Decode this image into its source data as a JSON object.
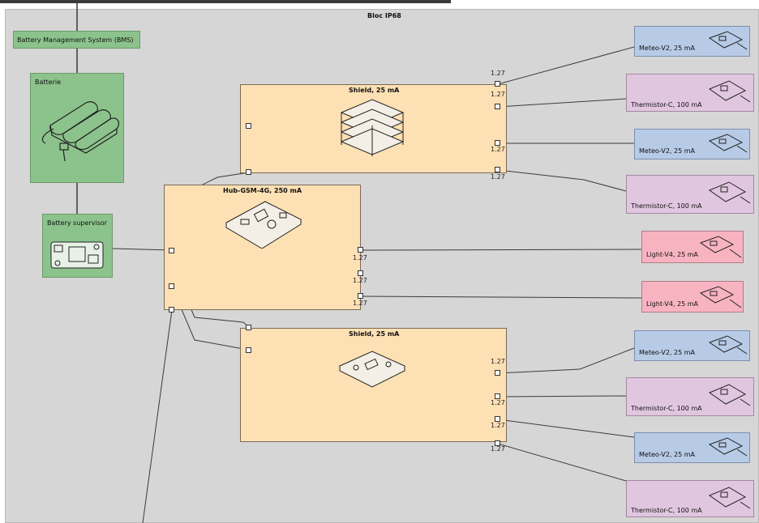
{
  "canvas": {
    "title": "Bloc IP68"
  },
  "bms": {
    "label": "Battery Management System (BMS)"
  },
  "battery": {
    "label": "Batterie"
  },
  "supervisor": {
    "label": "Battery supervisor"
  },
  "hub": {
    "label": "Hub-GSM-4G, 250 mA",
    "pins": [
      "1.27",
      "1.27",
      "1.27"
    ]
  },
  "shield_top": {
    "label": "Shield, 25 mA",
    "pins": [
      "1.27",
      "1.27",
      "1.27",
      "1.27"
    ]
  },
  "shield_bottom": {
    "label": "Shield, 25 mA",
    "pins": [
      "1.27",
      "1.27",
      "1.27",
      "1.27"
    ]
  },
  "sensors": [
    {
      "label": "Meteo-V2, 25 mA",
      "kind": "blue"
    },
    {
      "label": "Thermistor-C, 100 mA",
      "kind": "purple"
    },
    {
      "label": "Meteo-V2, 25 mA",
      "kind": "blue"
    },
    {
      "label": "Thermistor-C, 100 mA",
      "kind": "purple"
    },
    {
      "label": "Light-V4, 25 mA",
      "kind": "pink"
    },
    {
      "label": "Light-V4, 25 mA",
      "kind": "pink"
    },
    {
      "label": "Meteo-V2, 25 mA",
      "kind": "blue"
    },
    {
      "label": "Thermistor-C, 100 mA",
      "kind": "purple"
    },
    {
      "label": "Meteo-V2, 25 mA",
      "kind": "blue"
    },
    {
      "label": "Thermistor-C, 100 mA",
      "kind": "purple"
    }
  ],
  "colors": {
    "green": "#8cc38c",
    "peach": "#fde0b4",
    "blue": "#b7cbe6",
    "purple": "#e1c6e0",
    "pink": "#f8b3c1"
  }
}
